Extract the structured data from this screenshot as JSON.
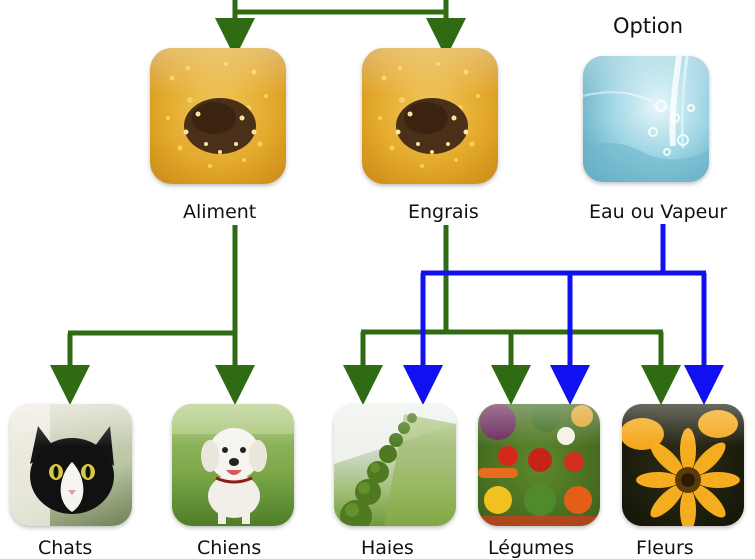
{
  "option_label": "Option",
  "sources": [
    {
      "key": "aliment",
      "label": "Aliment",
      "icon": "compost-icon"
    },
    {
      "key": "engrais",
      "label": "Engrais",
      "icon": "compost-icon"
    },
    {
      "key": "eau",
      "label": "Eau ou Vapeur",
      "icon": "water-icon"
    }
  ],
  "targets": [
    {
      "key": "chats",
      "label": "Chats",
      "icon": "cat-icon"
    },
    {
      "key": "chiens",
      "label": "Chiens",
      "icon": "dog-icon"
    },
    {
      "key": "haies",
      "label": "Haies",
      "icon": "hedge-icon"
    },
    {
      "key": "legumes",
      "label": "Légumes",
      "icon": "vegetables-icon"
    },
    {
      "key": "fleurs",
      "label": "Fleurs",
      "icon": "flower-icon"
    }
  ],
  "colors": {
    "green_line": "#2e6b12",
    "blue_line": "#1010f0"
  }
}
